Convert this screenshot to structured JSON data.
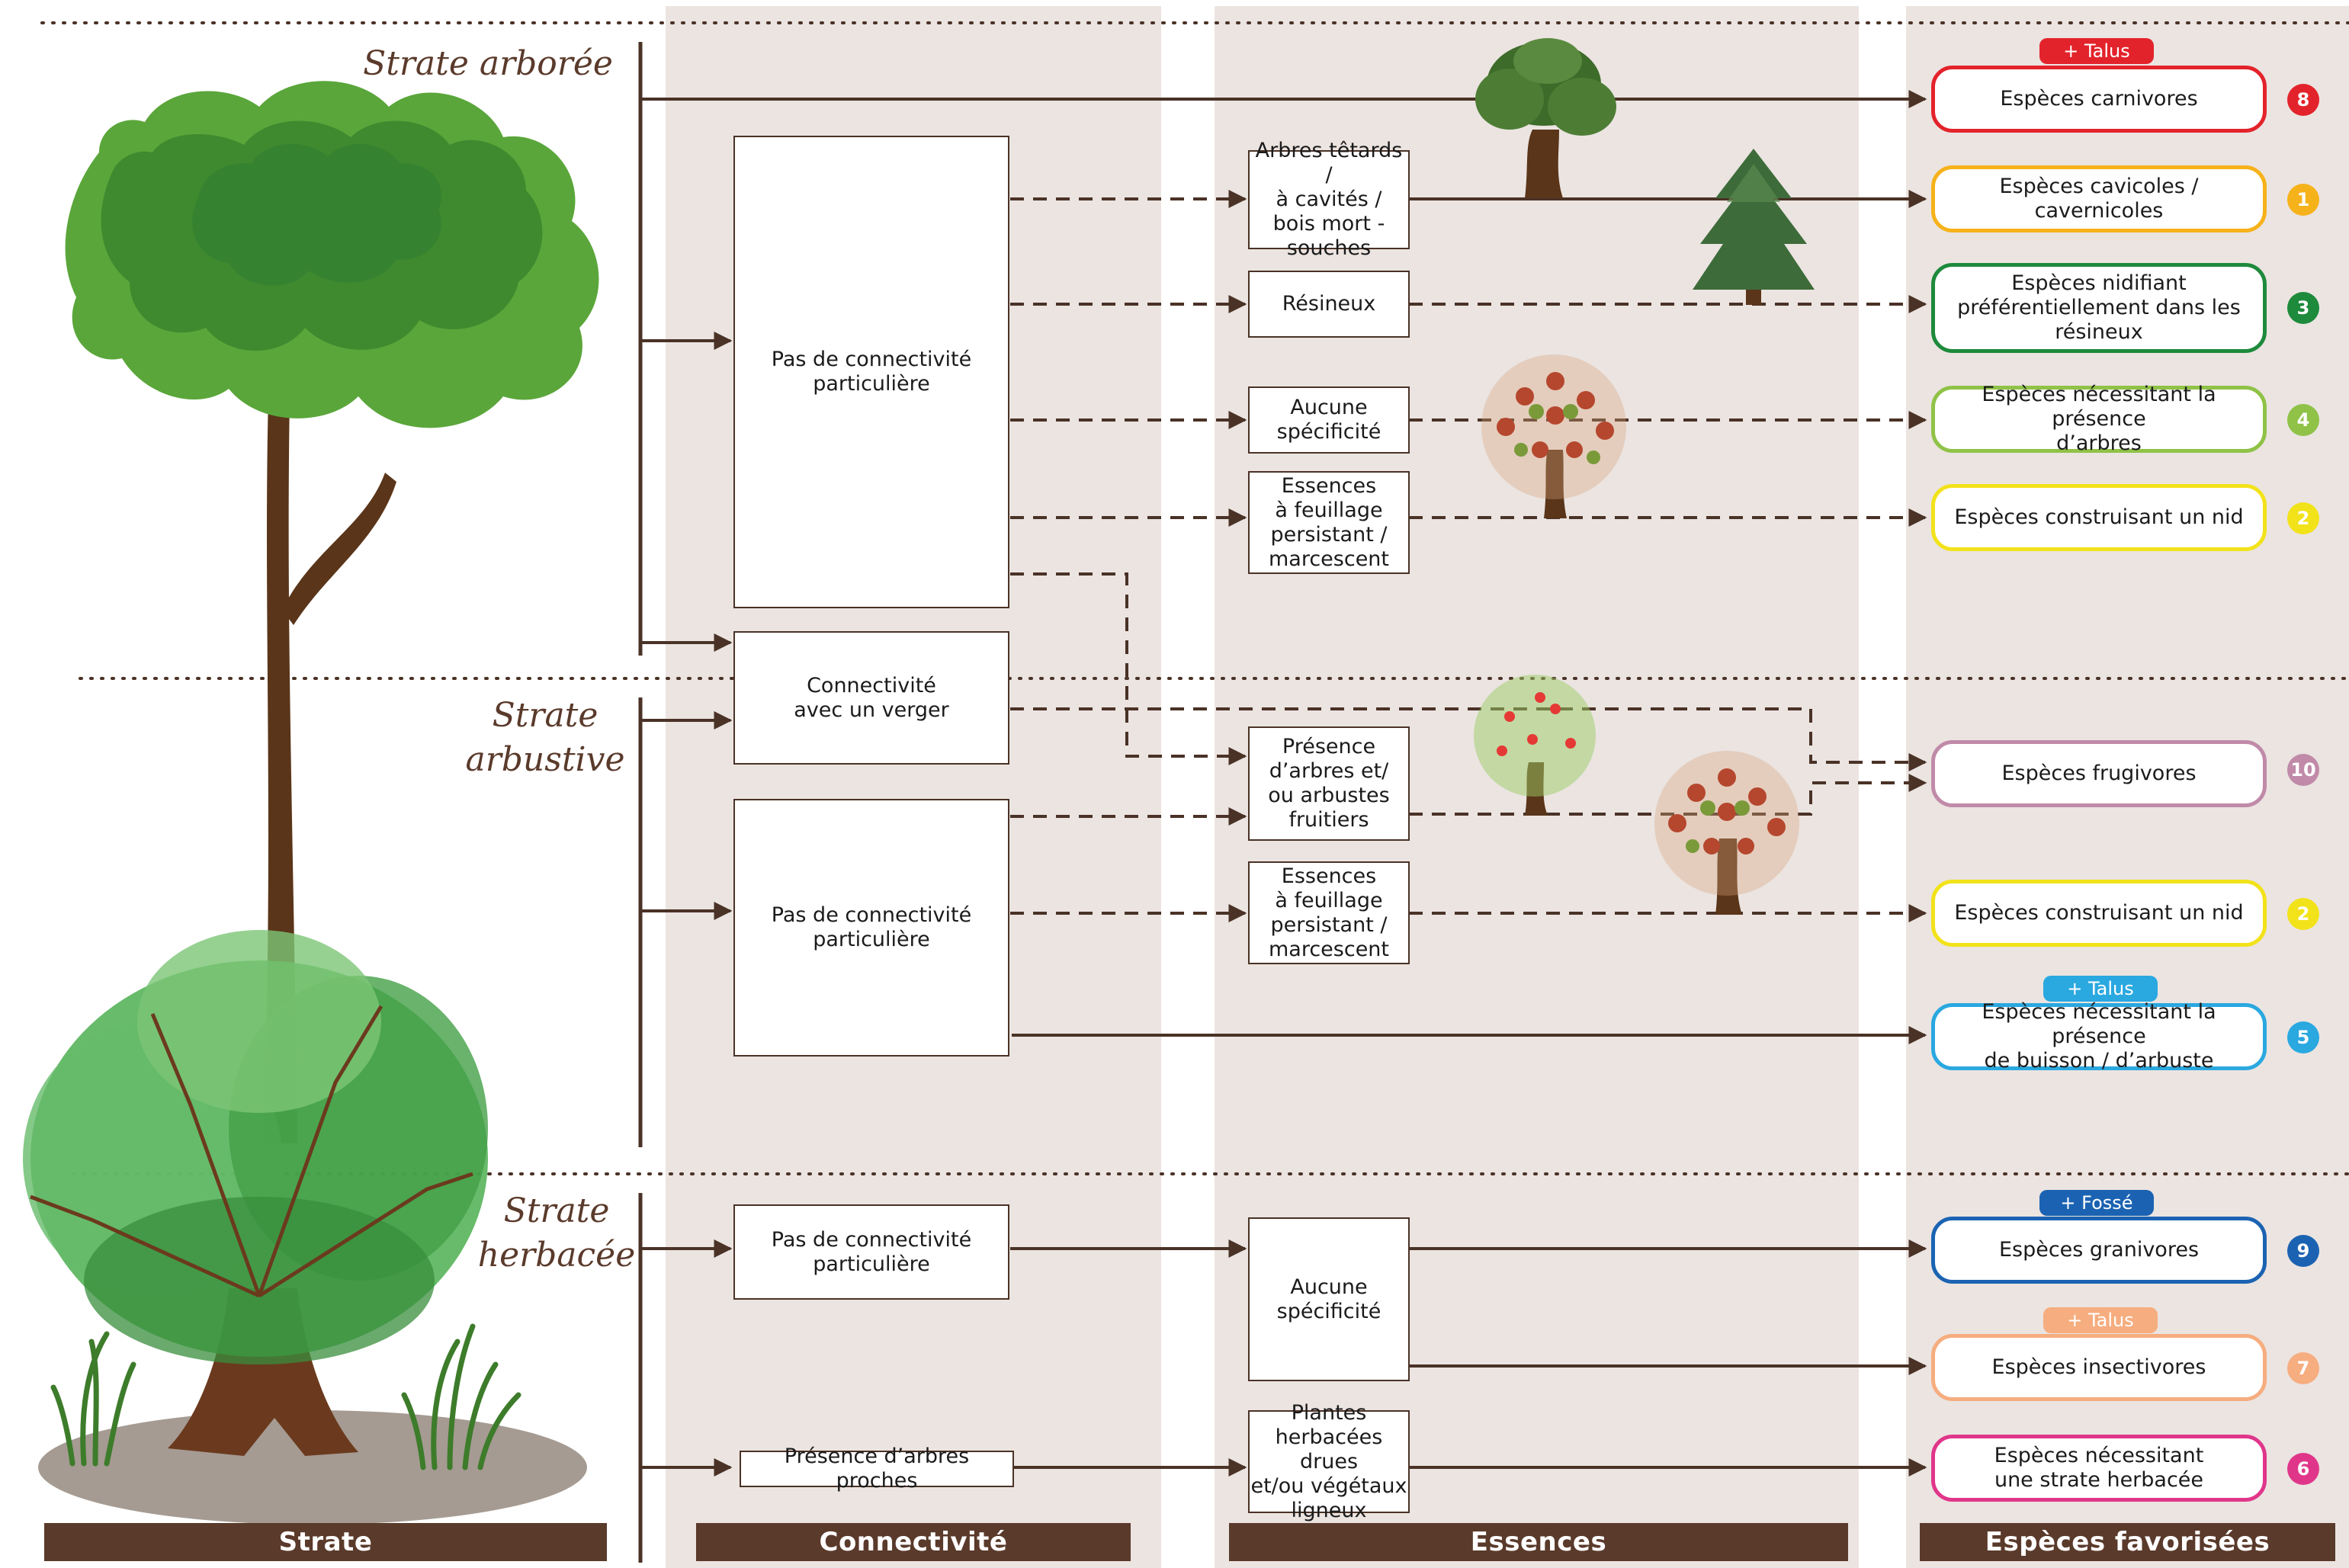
{
  "footers": {
    "strate": "Strate",
    "connectivite": "Connectivité",
    "essences": "Essences",
    "especes": "Espèces favorisées"
  },
  "strates": {
    "arboree": "Strate arborée",
    "arbustive": "Strate\narbustive",
    "herbacee": "Strate\nherbacée"
  },
  "connectivity": {
    "c1": "Pas de connectivité\nparticulière",
    "c2": "Connectivité\navec un verger",
    "c3": "Pas de connectivité\nparticulière",
    "c4": "Pas de connectivité\nparticulière",
    "c5": "Présence d’arbres proches"
  },
  "essences": {
    "e1": "Arbres têtards /\nà cavités /\nbois mort -\nsouches",
    "e2": "Résineux",
    "e3": "Aucune\nspécificité",
    "e4": "Essences\nà feuillage\npersistant /\nmarcescent",
    "e5": "Présence\nd’arbres et/\nou arbustes\nfruitiers",
    "e6": "Essences\nà feuillage\npersistant /\nmarcescent",
    "e7": "Aucune\nspécificité",
    "e8": "Plantes\nherbacées drues\net/ou végétaux\nligneux"
  },
  "species": [
    {
      "label": "Espèces carnivores",
      "number": "8",
      "color": "#e3232b",
      "tag": "+ Talus",
      "tag_color": "#e3232b"
    },
    {
      "label": "Espèces cavicoles / cavernicoles",
      "number": "1",
      "color": "#f6b21a",
      "tag": "",
      "tag_color": ""
    },
    {
      "label": "Espèces nidifiant\npréférentiellement dans les\nrésineux",
      "number": "3",
      "color": "#1e8a3c",
      "tag": "",
      "tag_color": ""
    },
    {
      "label": "Espèces nécessitant la présence\nd’arbres",
      "number": "4",
      "color": "#8fc247",
      "tag": "",
      "tag_color": ""
    },
    {
      "label": "Espèces construisant un nid",
      "number": "2",
      "color": "#f2e21a",
      "tag": "",
      "tag_color": ""
    },
    {
      "label": "Espèces frugivores",
      "number": "10",
      "color": "#c08aa8",
      "tag": "",
      "tag_color": ""
    },
    {
      "label": "Espèces construisant un nid",
      "number": "2",
      "color": "#f2e21a",
      "tag": "",
      "tag_color": ""
    },
    {
      "label": "Espèces nécessitant la présence\nde buisson / d’arbuste",
      "number": "5",
      "color": "#2aa8e0",
      "tag": "+ Talus",
      "tag_color": "#2aa8e0"
    },
    {
      "label": "Espèces granivores",
      "number": "9",
      "color": "#1b63b2",
      "tag": "+ Fossé",
      "tag_color": "#1b63b2"
    },
    {
      "label": "Espèces insectivores",
      "number": "7",
      "color": "#f6ad7f",
      "tag": "+ Talus",
      "tag_color": "#f6ad7f"
    },
    {
      "label": "Espèces nécessitant\nune strate herbacée",
      "number": "6",
      "color": "#e0368a",
      "tag": "",
      "tag_color": ""
    }
  ],
  "colors": {
    "arrow": "#4a3226",
    "column_bg": "#ebe4e1",
    "footer_bg": "#5a3a2b"
  }
}
